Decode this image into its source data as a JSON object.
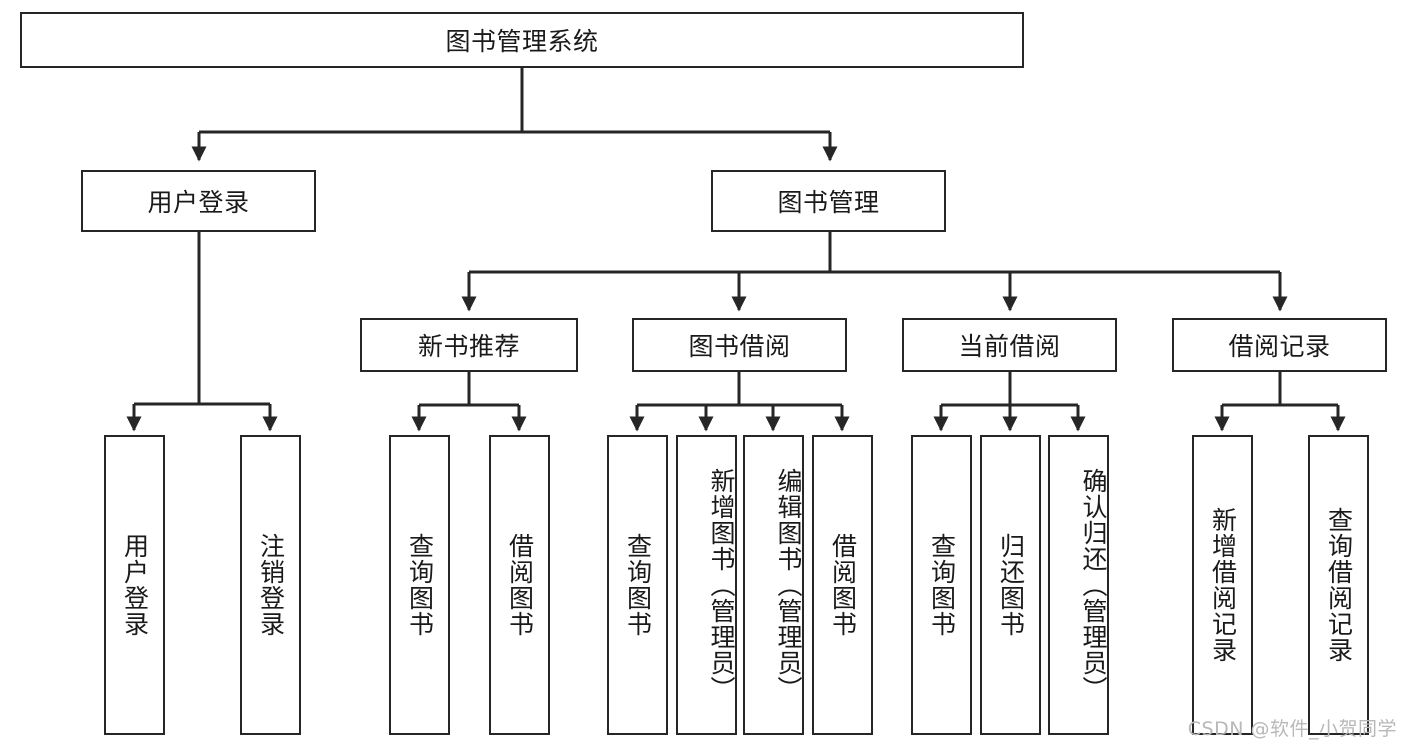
{
  "diagram": {
    "title": "图书管理系统",
    "root": {
      "label": "图书管理系统"
    },
    "level1": [
      {
        "label": "用户登录"
      },
      {
        "label": "图书管理"
      }
    ],
    "level2": [
      {
        "label": "新书推荐"
      },
      {
        "label": "图书借阅"
      },
      {
        "label": "当前借阅"
      },
      {
        "label": "借阅记录"
      }
    ],
    "leaves": {
      "user_login": [
        {
          "label": "用户登录"
        },
        {
          "label": "注销登录"
        }
      ],
      "new_book_recommend": [
        {
          "label": "查询图书"
        },
        {
          "label": "借阅图书"
        }
      ],
      "book_borrow": [
        {
          "label": "查询图书"
        },
        {
          "label": "新增图书（管理员）"
        },
        {
          "label": "编辑图书（管理员）"
        },
        {
          "label": "借阅图书"
        }
      ],
      "current_borrow": [
        {
          "label": "查询图书"
        },
        {
          "label": "归还图书"
        },
        {
          "label": "确认归还（管理员）"
        }
      ],
      "borrow_record": [
        {
          "label": "新增借阅记录"
        },
        {
          "label": "查询借阅记录"
        }
      ]
    }
  },
  "watermark": {
    "text": "CSDN @软件_小贺同学"
  },
  "colors": {
    "stroke": "#262626",
    "text": "#1a1a1a",
    "background": "#ffffff",
    "watermark": "#b8b8b8"
  }
}
